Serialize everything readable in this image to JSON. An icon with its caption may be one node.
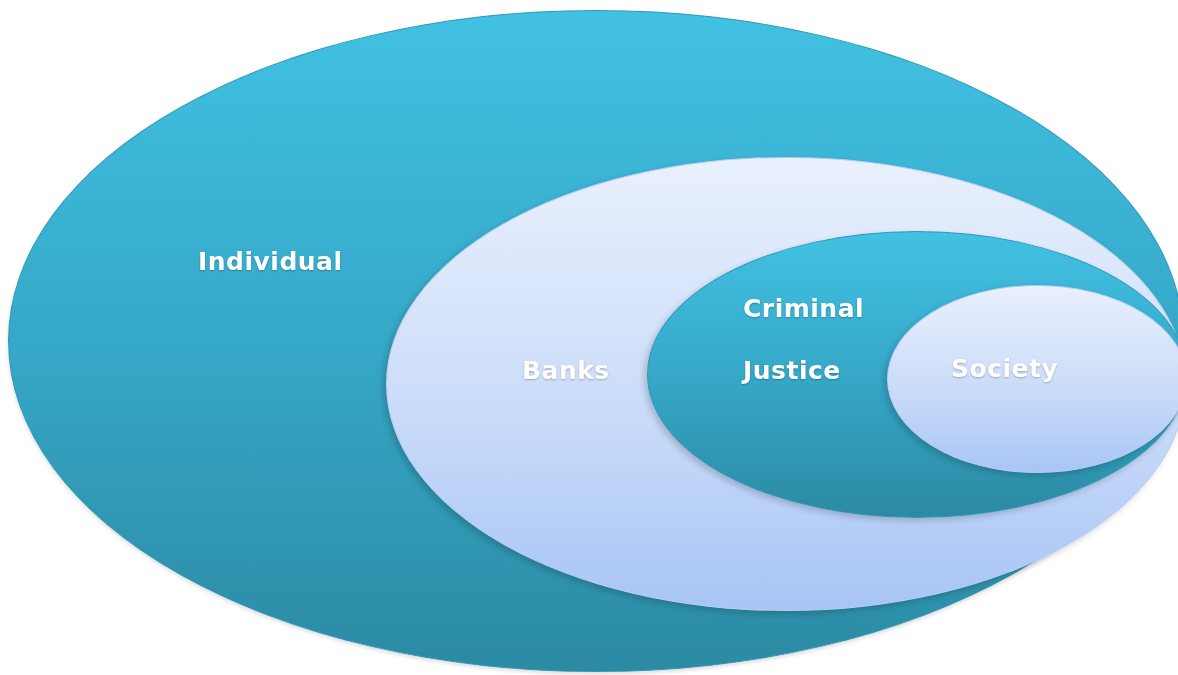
{
  "diagram": {
    "nodes": [
      {
        "text": [
          "Individual"
        ]
      },
      {
        "text": [
          "Banks"
        ],
        "in": 0
      },
      {
        "text": [
          "Criminal Justice"
        ],
        "in": 1
      },
      {
        "text": [
          "Society"
        ],
        "in": 2
      }
    ]
  }
}
